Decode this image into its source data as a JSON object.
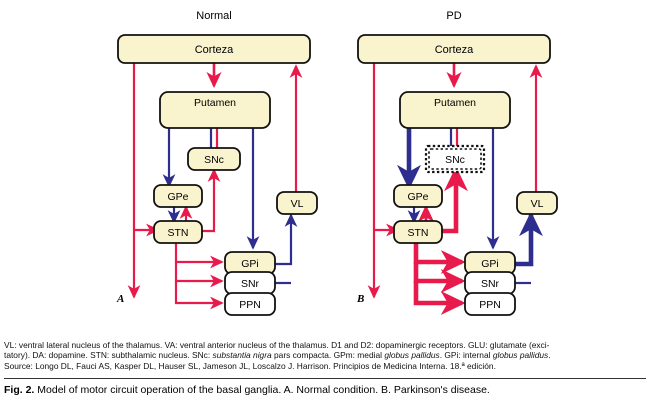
{
  "figure": {
    "panels": [
      {
        "id": "normal",
        "title": "Normal",
        "letter": "A",
        "nodes": {
          "cortex": "Corteza",
          "putamen": "Putamen",
          "snc": "SNc",
          "gpe": "GPe",
          "stn": "STN",
          "vl": "VL",
          "gpi": "GPi",
          "snr": "SNr",
          "ppn": "PPN"
        }
      },
      {
        "id": "pd",
        "title": "PD",
        "letter": "B",
        "nodes": {
          "cortex": "Corteza",
          "putamen": "Putamen",
          "snc": "SNc",
          "gpe": "GPe",
          "stn": "STN",
          "vl": "VL",
          "gpi": "GPi",
          "snr": "SNr",
          "ppn": "PPN"
        }
      }
    ],
    "colors": {
      "excitatory_red": "#e8194b",
      "inhibitory_blue": "#2e2e8f",
      "box_fill_yellow": "#faf4ce",
      "box_fill_white": "#ffffff",
      "box_stroke": "#111111"
    }
  },
  "legend": {
    "line1_a": "VL: ventral lateral nucleus of the thalamus. VA: ventral anterior nucleus of the thalamus. D1 and D2: dopaminergic receptors. GLU: glutamate (exci-",
    "line2_a": "tatory). DA: dopamine. STN: subthalamic nucleus. SNc: ",
    "line2_it1": "substantia nigra",
    "line2_b": " pars compacta. GPm: medial ",
    "line2_it2": "globus pallidus",
    "line2_c": ". GPi: internal ",
    "line2_it3": "globus pallidus",
    "line2_d": ".",
    "line3": "Source: Longo DL, Fauci AS, Kasper DL, Hauser SL, Jameson JL, Loscalzo J. Harrison. Principios de Medicina Interna. 18.ª edición."
  },
  "caption": {
    "label": "Fig. 2.",
    "text": "Model of motor circuit operation of the basal ganglia. A. Normal condition. B. Parkinson's disease."
  }
}
